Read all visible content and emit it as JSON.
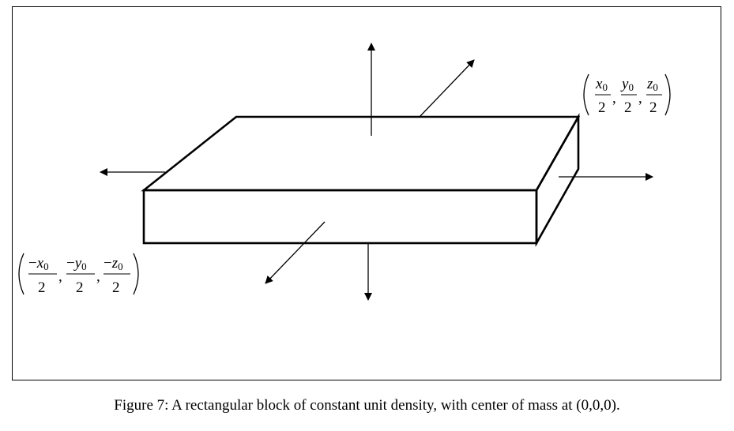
{
  "caption": "Figure 7: A rectangular block of constant unit density, with center of mass at (0,0,0).",
  "corner_upper": {
    "numerators": [
      "x0",
      "y0",
      "z0"
    ],
    "denominator": "2",
    "vars": [
      "x",
      "y",
      "z"
    ],
    "subscript": "0",
    "sign": ""
  },
  "corner_lower": {
    "numerators": [
      "−x0",
      "−y0",
      "−z0"
    ],
    "denominator": "2",
    "vars": [
      "x",
      "y",
      "z"
    ],
    "subscript": "0",
    "sign": "−"
  }
}
